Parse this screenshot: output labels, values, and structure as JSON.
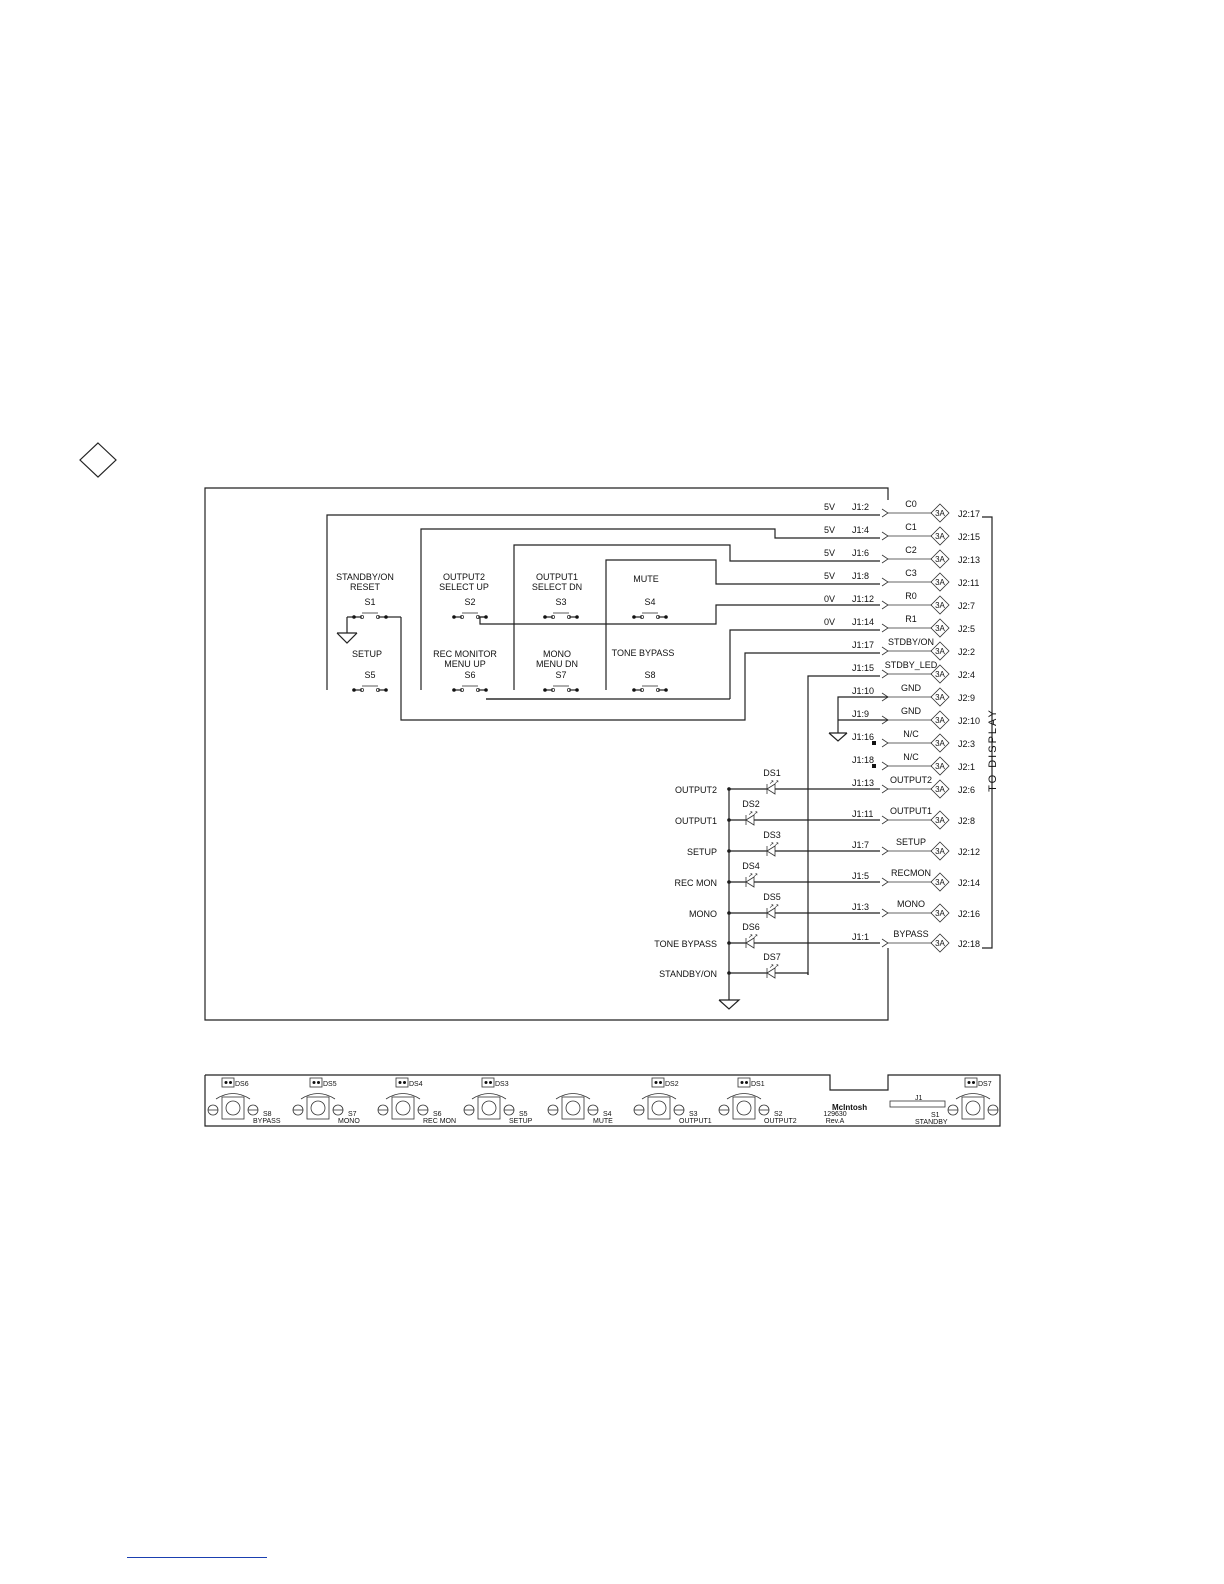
{
  "colors": {
    "ink": "#222222",
    "footer_rule": "#1a3fb0"
  },
  "connector": {
    "side_label": "TO DISPLAY",
    "lines": [
      {
        "volt": "5V",
        "j1": "J1:2",
        "signal": "C0",
        "j2": "J2:17"
      },
      {
        "volt": "5V",
        "j1": "J1:4",
        "signal": "C1",
        "j2": "J2:15"
      },
      {
        "volt": "5V",
        "j1": "J1:6",
        "signal": "C2",
        "j2": "J2:13"
      },
      {
        "volt": "5V",
        "j1": "J1:8",
        "signal": "C3",
        "j2": "J2:11"
      },
      {
        "volt": "0V",
        "j1": "J1:12",
        "signal": "R0",
        "j2": "J2:7"
      },
      {
        "volt": "0V",
        "j1": "J1:14",
        "signal": "R1",
        "j2": "J2:5"
      },
      {
        "volt": "",
        "j1": "J1:17",
        "signal": "STDBY/ON",
        "j2": "J2:2"
      },
      {
        "volt": "",
        "j1": "J1:15",
        "signal": "STDBY_LED",
        "j2": "J2:4"
      },
      {
        "volt": "",
        "j1": "J1:10",
        "signal": "GND",
        "j2": "J2:9"
      },
      {
        "volt": "",
        "j1": "J1:9",
        "signal": "GND",
        "j2": "J2:10"
      },
      {
        "volt": "",
        "j1": "J1:16",
        "signal": "N/C",
        "j2": "J2:3"
      },
      {
        "volt": "",
        "j1": "J1:18",
        "signal": "N/C",
        "j2": "J2:1"
      },
      {
        "volt": "",
        "j1": "J1:13",
        "signal": "OUTPUT2",
        "j2": "J2:6"
      },
      {
        "volt": "",
        "j1": "J1:11",
        "signal": "OUTPUT1",
        "j2": "J2:8"
      },
      {
        "volt": "",
        "j1": "J1:7",
        "signal": "SETUP",
        "j2": "J2:12"
      },
      {
        "volt": "",
        "j1": "J1:5",
        "signal": "RECMON",
        "j2": "J2:14"
      },
      {
        "volt": "",
        "j1": "J1:3",
        "signal": "MONO",
        "j2": "J2:16"
      },
      {
        "volt": "",
        "j1": "J1:1",
        "signal": "BYPASS",
        "j2": "J2:18"
      }
    ],
    "ref": "3A"
  },
  "switches": [
    {
      "ref": "S1",
      "label1": "STANDBY/ON",
      "label2": "RESET"
    },
    {
      "ref": "S2",
      "label1": "OUTPUT2",
      "label2": "SELECT UP"
    },
    {
      "ref": "S3",
      "label1": "OUTPUT1",
      "label2": "SELECT DN"
    },
    {
      "ref": "S4",
      "label1": "MUTE",
      "label2": ""
    },
    {
      "ref": "S5",
      "label1": "SETUP",
      "label2": ""
    },
    {
      "ref": "S6",
      "label1": "REC MONITOR",
      "label2": "MENU UP"
    },
    {
      "ref": "S7",
      "label1": "MONO",
      "label2": "MENU DN"
    },
    {
      "ref": "S8",
      "label1": "TONE BYPASS",
      "label2": ""
    }
  ],
  "leds": [
    {
      "ref": "DS1",
      "label": "OUTPUT2"
    },
    {
      "ref": "DS2",
      "label": "OUTPUT1"
    },
    {
      "ref": "DS3",
      "label": "SETUP"
    },
    {
      "ref": "DS4",
      "label": "REC MON"
    },
    {
      "ref": "DS5",
      "label": "MONO"
    },
    {
      "ref": "DS6",
      "label": "TONE BYPASS"
    },
    {
      "ref": "DS7",
      "label": "STANDBY/ON"
    }
  ],
  "board": {
    "leds": [
      "DS6",
      "DS5",
      "DS4",
      "DS3",
      "DS2",
      "DS1",
      "DS7"
    ],
    "buttons": [
      {
        "ref": "S8",
        "label": "BYPASS"
      },
      {
        "ref": "S7",
        "label": "MONO"
      },
      {
        "ref": "S6",
        "label": "REC MON"
      },
      {
        "ref": "S5",
        "label": "SETUP"
      },
      {
        "ref": "S4",
        "label": "MUTE"
      },
      {
        "ref": "S3",
        "label": "OUTPUT1"
      },
      {
        "ref": "S2",
        "label": "OUTPUT2"
      },
      {
        "ref": "S1",
        "label": "STANDBY"
      }
    ],
    "logo": "McIntosh",
    "part_number": "129630",
    "revision": "Rev.A",
    "connector_ref": "J1"
  }
}
